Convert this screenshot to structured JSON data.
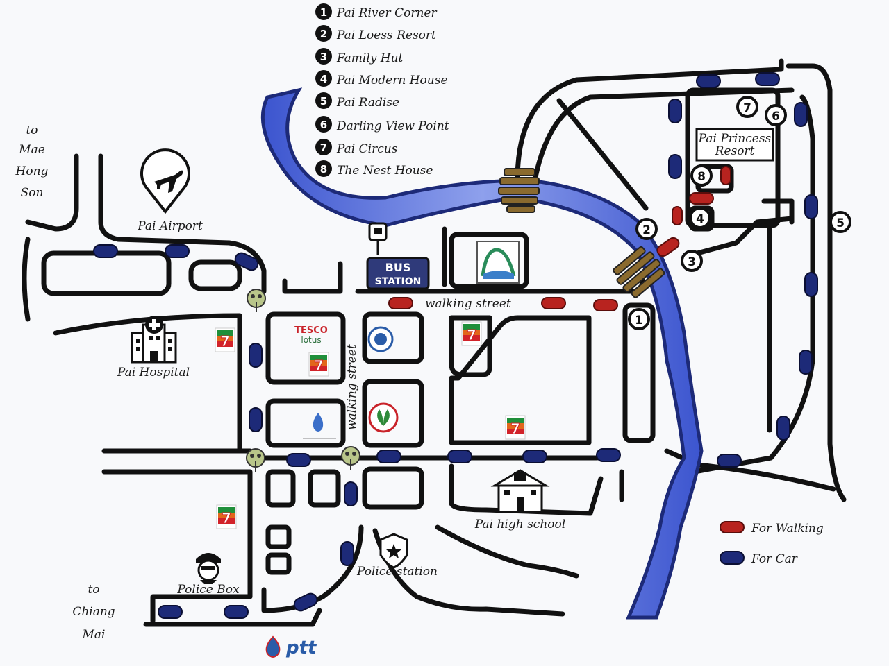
{
  "legend_list": [
    {
      "num": "1",
      "name": "Pai River Corner"
    },
    {
      "num": "2",
      "name": "Pai Loess Resort"
    },
    {
      "num": "3",
      "name": "Family Hut"
    },
    {
      "num": "4",
      "name": "Pai Modern House"
    },
    {
      "num": "5",
      "name": "Pai Radise"
    },
    {
      "num": "6",
      "name": "Darling View Point"
    },
    {
      "num": "7",
      "name": "Pai Circus"
    },
    {
      "num": "8",
      "name": "The Nest House"
    }
  ],
  "labels": {
    "to_mae_1": "to",
    "to_mae_2": "Mae",
    "to_mae_3": "Hong",
    "to_mae_4": "Son",
    "airport": "Pai Airport",
    "bus_1": "BUS",
    "bus_2": "STATION",
    "walking_street_h": "walking street",
    "walking_street_v": "walking street",
    "hospital": "Pai Hospital",
    "princess_1": "Pai Princess",
    "princess_2": "Resort",
    "highschool": "Pai high school",
    "police_station": "Police station",
    "police_box": "Police Box",
    "to_chiang_1": "to",
    "to_chiang_2": "Chiang",
    "to_chiang_3": "Mai",
    "ptt": "ptt",
    "tesco": "TESCO",
    "tesco_sub": "lotus"
  },
  "legend_keys": {
    "walking": "For Walking",
    "car": "For Car"
  },
  "colors": {
    "river": "#4a63d8",
    "road": "#111111",
    "car_marker": "#1d2a78",
    "walk_marker": "#b8231f",
    "bridge": "#8a6a2e"
  },
  "markers": {
    "1": "1",
    "2": "2",
    "3": "3",
    "4": "4",
    "5": "5",
    "6": "6",
    "7": "7",
    "8": "8"
  }
}
